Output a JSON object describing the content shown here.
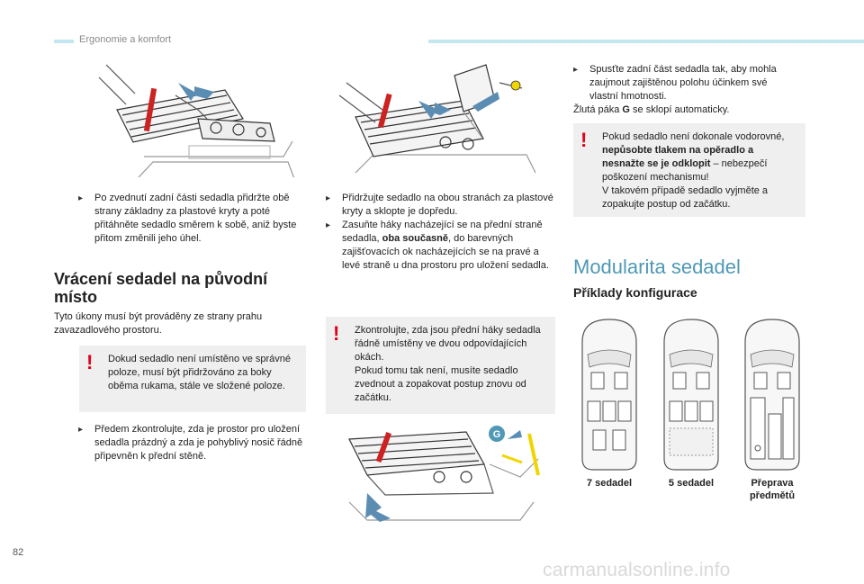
{
  "header": {
    "title": "Ergonomie a komfort"
  },
  "page_number": "82",
  "watermark": "carmanualsonline.info",
  "colors": {
    "accent": "#4f98b6",
    "header_line": "#c4e6ee",
    "warning": "#e2001a",
    "box_bg": "#efefef",
    "lever": "#f0d600",
    "handle": "#cc2222"
  },
  "col1": {
    "bullet1": "Po zvednutí zadní části sedadla přidržte obě strany základny za plastové kryty a poté přitáhněte sedadlo směrem k sobě, aniž byste přitom změnili jeho úhel.",
    "section_title": "Vrácení sedadel na původní místo",
    "intro": "Tyto úkony musí být prováděny ze strany prahu zavazadlového prostoru.",
    "warning": "Dokud sedadlo není umístěno ve správné poloze, musí být přidržováno za boky oběma rukama, stále ve složené poloze.",
    "bullet2": "Předem zkontrolujte, zda je prostor pro uložení sedadla prázdný a zda je pohyblivý nosič řádně připevněn k přední stěně."
  },
  "col2": {
    "bullet1": "Přidržujte sedadlo na obou stranách za plastové kryty a sklopte je dopředu.",
    "bullet2_pre": "Zasuňte háky nacházející se na přední straně sedadla, ",
    "bullet2_bold": "oba současně",
    "bullet2_post": ", do barevných zajišťovacích ok nacházejících se na pravé a levé straně u dna prostoru pro uložení sedadla.",
    "warning": "Zkontrolujte, zda jsou přední háky sedadla řádně umístěny ve dvou odpovídajících okách.\nPokud tomu tak není, musíte sedadlo zvednout a zopakovat postup znovu od začátku.",
    "label_g": "G"
  },
  "col3": {
    "bullet1": "Spusťte zadní část sedadla tak, aby mohla zaujmout zajištěnou polohu účinkem své vlastní hmotnosti.",
    "note_pre": "Žlutá páka ",
    "note_bold": "G",
    "note_post": " se sklopí automaticky.",
    "warning_line1": "Pokud sedadlo není dokonale vodorovné,",
    "warning_bold": "nepůsobte tlakem na opěradlo a nesnažte se je odklopit",
    "warning_rest": " – nebezpečí poškození mechanismu!\nV takovém případě sedadlo vyjměte a zopakujte postup od začátku.",
    "section_title": "Modularita sedadel",
    "subtitle": "Příklady konfigurace",
    "configs": [
      {
        "label": "7 sedadel"
      },
      {
        "label": "5 sedadel"
      },
      {
        "label": "Přeprava předmětů"
      }
    ]
  }
}
